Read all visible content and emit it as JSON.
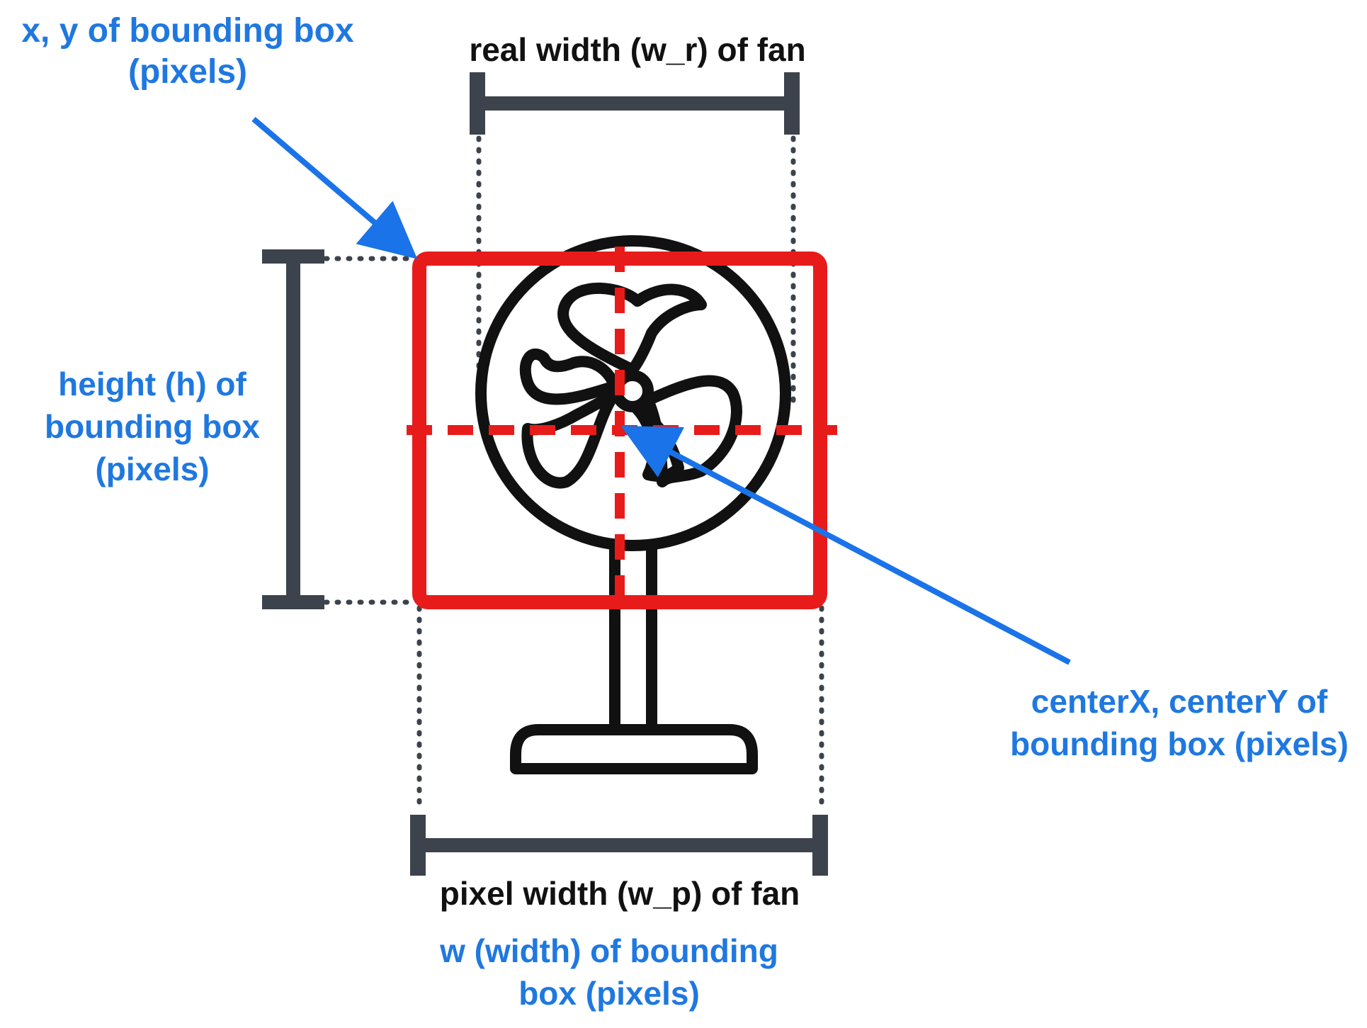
{
  "colors": {
    "label_blue": "#1f78e0",
    "arrow_blue": "#1a73e8",
    "box_red": "#e81b1b",
    "bracket_gray": "#3d434c",
    "icon_black": "#111111",
    "text_black": "#111111"
  },
  "icon": "desk-fan-icon",
  "labels": {
    "xy": [
      "x, y of bounding box",
      "(pixels)"
    ],
    "real_width": "real width (w_r) of fan",
    "height": [
      "height (h) of",
      "bounding box",
      "(pixels)"
    ],
    "center": [
      "centerX, centerY of",
      "bounding box (pixels)"
    ],
    "pixel_width": "pixel width (w_p) of fan",
    "w_width": [
      "w (width) of bounding",
      "box (pixels)"
    ]
  }
}
